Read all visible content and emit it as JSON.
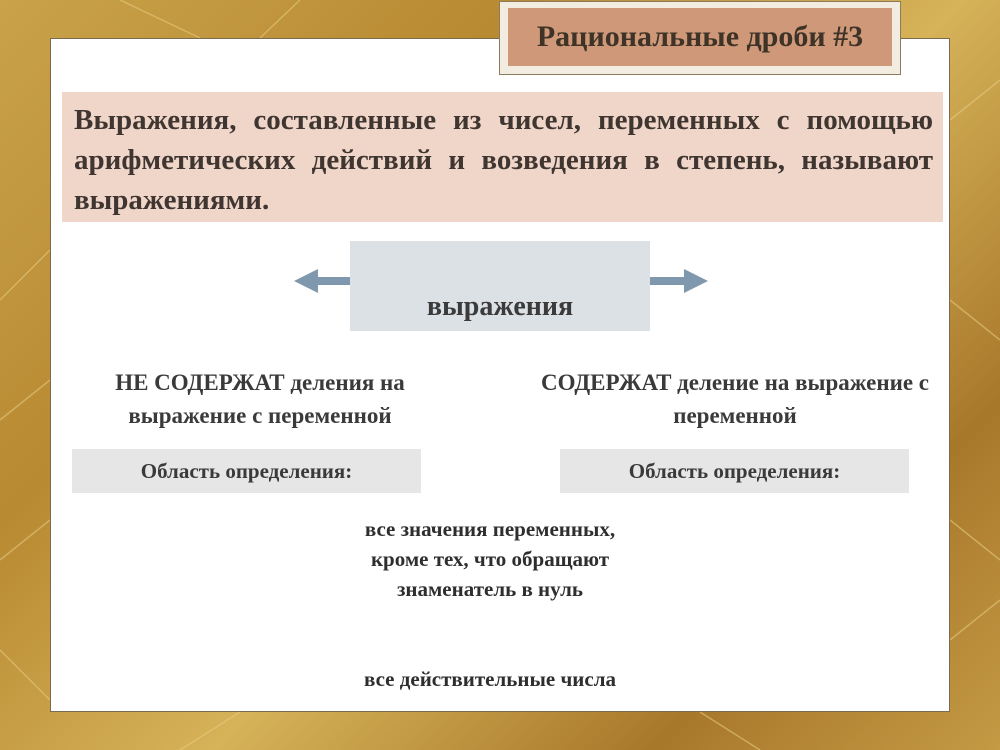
{
  "slide": {
    "title": "Рациональные дроби #3",
    "definition": "Выражения, составленные из чисел, переменных с помощью арифметических действий и возведения в степень, называют выражениями.",
    "center_box": "выражения",
    "left": {
      "heading_bold": "НЕ СОДЕРЖАТ",
      "heading_rest": "деления на выражение с переменной",
      "domain_label": "Область определения:"
    },
    "right": {
      "heading_bold": "СОДЕРЖАТ",
      "heading_rest": "деление на выражение с переменной",
      "domain_label": "Область определения:"
    },
    "answer_excluding": "все значения переменных, кроме тех, что обращают знаменатель в нуль",
    "answer_all": "все действительные числа"
  },
  "colors": {
    "title_fill": "#cf9979",
    "definition_fill": "#efd6c8",
    "expression_fill": "#dce1e6",
    "domain_fill": "#e6e6e6",
    "arrow": "#7f98ad"
  }
}
